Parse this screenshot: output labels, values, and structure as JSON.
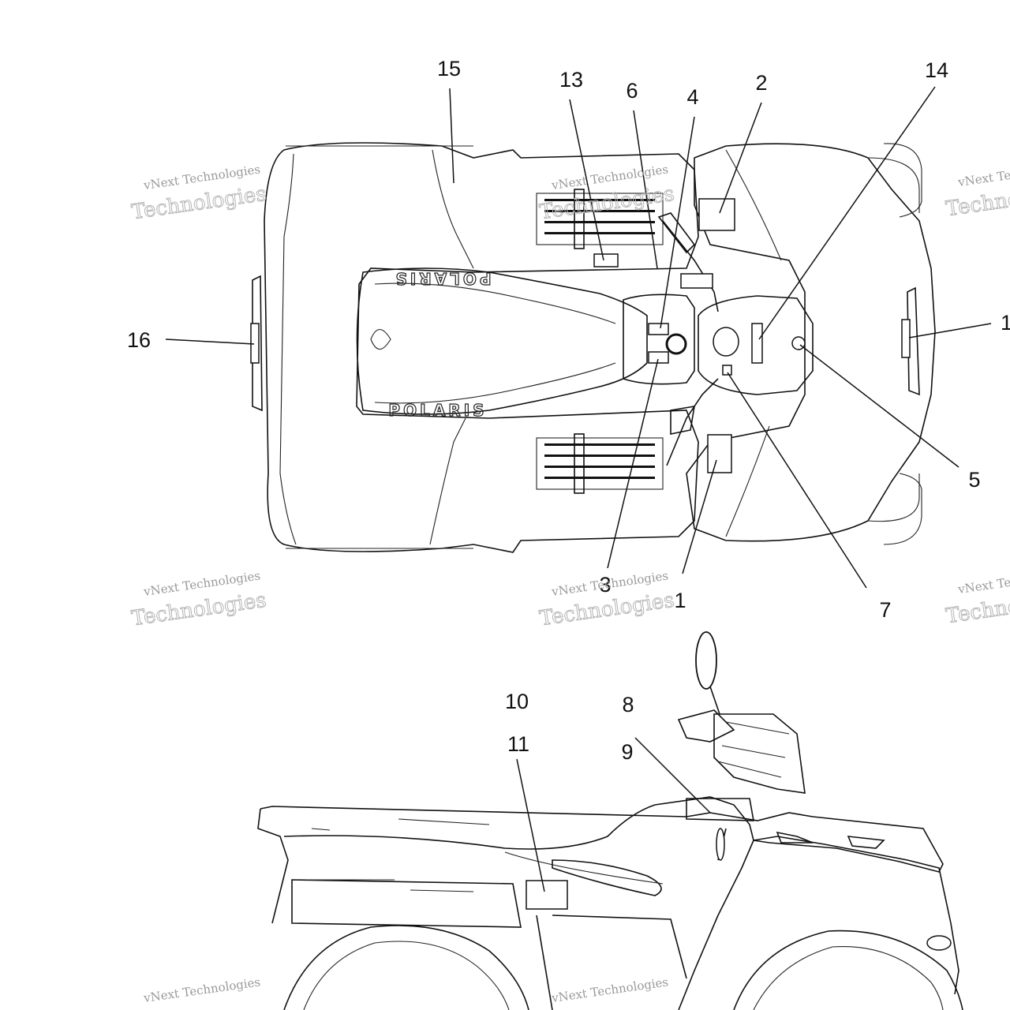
{
  "diagram": {
    "callouts": [
      {
        "id": "c15",
        "label": "15"
      },
      {
        "id": "c13",
        "label": "13"
      },
      {
        "id": "c6",
        "label": "6"
      },
      {
        "id": "c4",
        "label": "4"
      },
      {
        "id": "c2",
        "label": "2"
      },
      {
        "id": "c14",
        "label": "14"
      },
      {
        "id": "c12",
        "label": "1"
      },
      {
        "id": "c16",
        "label": "16"
      },
      {
        "id": "c5",
        "label": "5"
      },
      {
        "id": "c3",
        "label": "3"
      },
      {
        "id": "c1",
        "label": "1"
      },
      {
        "id": "c7",
        "label": "7"
      },
      {
        "id": "c10",
        "label": "10"
      },
      {
        "id": "c8",
        "label": "8"
      },
      {
        "id": "c11",
        "label": "11"
      },
      {
        "id": "c9",
        "label": "9"
      }
    ],
    "brand_text": "POLARIS",
    "watermark": {
      "line1": "vNext Technologies",
      "line2": "Technologies"
    }
  }
}
